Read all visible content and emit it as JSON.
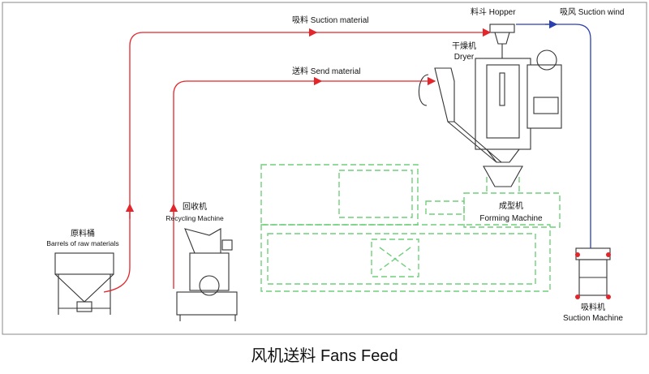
{
  "labels": {
    "suction_material": "吸料 Suction material",
    "send_material": "送料 Send material",
    "hopper": "料斗 Hopper",
    "suction_wind": "吸风 Suction wind",
    "dryer_cn": "干燥机",
    "dryer_en": "Dryer",
    "forming_cn": "成型机",
    "forming_en": "Forming Machine",
    "barrels_cn": "原料桶",
    "barrels_en": "Barrels of raw materials",
    "recycling_cn": "回收机",
    "recycling_en": "Recycling Machine",
    "suction_machine_cn": "吸料机",
    "suction_machine_en": "Suction Machine"
  },
  "caption": "风机送料 Fans Feed",
  "colors": {
    "material_line": "#e3262c",
    "wind_line": "#2a3fb0",
    "forming_machine": "#6fcf7a",
    "frame": "#888888"
  }
}
